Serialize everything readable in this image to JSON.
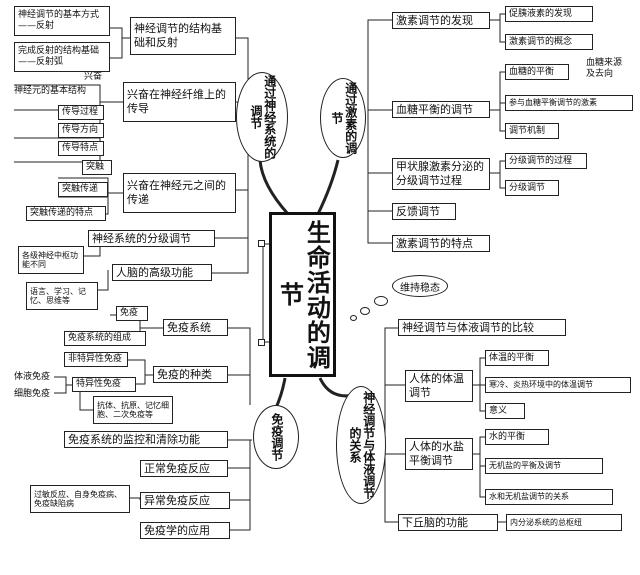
{
  "center": {
    "title": "生命活动的调节"
  },
  "topics": {
    "neural": "通过神经系统的调节",
    "hormonal": "通过激素的调节",
    "immune": "免疫调节",
    "neurohumoral": "神经调节与体液调节的关系"
  },
  "thought": "维持稳态",
  "neural": {
    "n1": "神经调节的结构基础和反射",
    "n1a": "神经调节的基本方式——反射",
    "n1b": "完成反射的结构基础——反射弧",
    "n2": "兴奋在神经纤维上的传导",
    "n2a": "兴奋",
    "n2b": "神经元的基本结构",
    "n2c": "传导过程",
    "n2d": "传导方向",
    "n2e": "传导特点",
    "n3": "兴奋在神经元之间的传递",
    "n3a": "突触",
    "n3b": "突触传递",
    "n3c": "突触传递的特点",
    "n4": "神经系统的分级调节",
    "n4a": "各级神经中枢功能不同",
    "n5": "人脑的高级功能",
    "n5a": "语言、学习、记忆、思维等"
  },
  "hormonal": {
    "h1": "激素调节的发现",
    "h1a": "促胰液素的发现",
    "h1b": "激素调节的概念",
    "h2": "血糖平衡的调节",
    "h2a": "血糖的平衡",
    "h2a1": "血糖来源及去向",
    "h2b": "参与血糖平衡调节的激素",
    "h2c": "调节机制",
    "h3": "甲状腺激素分泌的分级调节过程",
    "h3a": "分级调节的过程",
    "h3b": "分级调节",
    "h4": "反馈调节",
    "h5": "激素调节的特点"
  },
  "immune": {
    "i1": "免疫系统",
    "i1a": "免疫",
    "i1b": "免疫系统的组成",
    "i2": "免疫的种类",
    "i2a": "非特异性免疫",
    "i2b": "特异性免疫",
    "i2b1": "体液免疫",
    "i2b2": "细胞免疫",
    "i2c": "抗体、抗原、记忆细胞、二次免疫等",
    "i3": "免疫系统的监控和清除功能",
    "i4": "正常免疫反应",
    "i5": "异常免疫反应",
    "i5a": "过敏反应、自身免疫病、免疫缺陷病",
    "i6": "免疫学的应用"
  },
  "relation": {
    "r1": "神经调节与体液调节的比较",
    "r2": "人体的体温调节",
    "r2a": "体温的平衡",
    "r2b": "寒冷、炎热环境中的体温调节",
    "r2c": "意义",
    "r3": "人体的水盐平衡调节",
    "r3a": "水的平衡",
    "r3b": "无机盐的平衡及调节",
    "r3c": "水和无机盐调节的关系",
    "r4": "下丘脑的功能",
    "r4a": "内分泌系统的总枢纽"
  }
}
